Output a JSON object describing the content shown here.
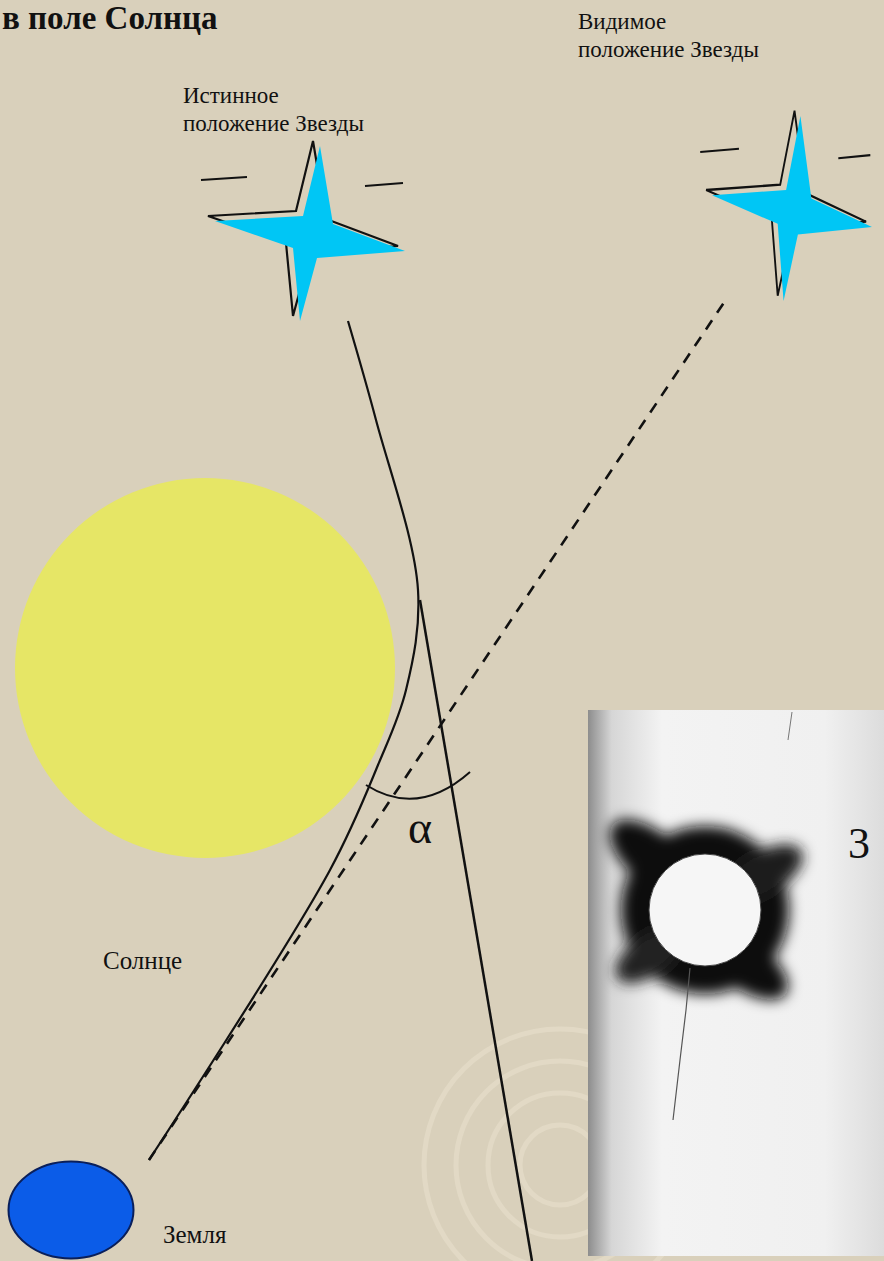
{
  "diagram": {
    "title": "в поле Солнца",
    "nodes": [
      {
        "text": [
          "Истинное положение Звезды"
        ]
      },
      {
        "text": [
          "Видимое положение Звезды"
        ]
      },
      {
        "text": [
          "Солнце"
        ]
      },
      {
        "text": [
          "Земля"
        ]
      }
    ],
    "edges": [
      {
        "from": 0,
        "to": 3,
        "arrow": "none"
      },
      {
        "from": 3,
        "to": 1,
        "arrow": "none"
      }
    ],
    "labels": [
      "α",
      "3"
    ]
  }
}
